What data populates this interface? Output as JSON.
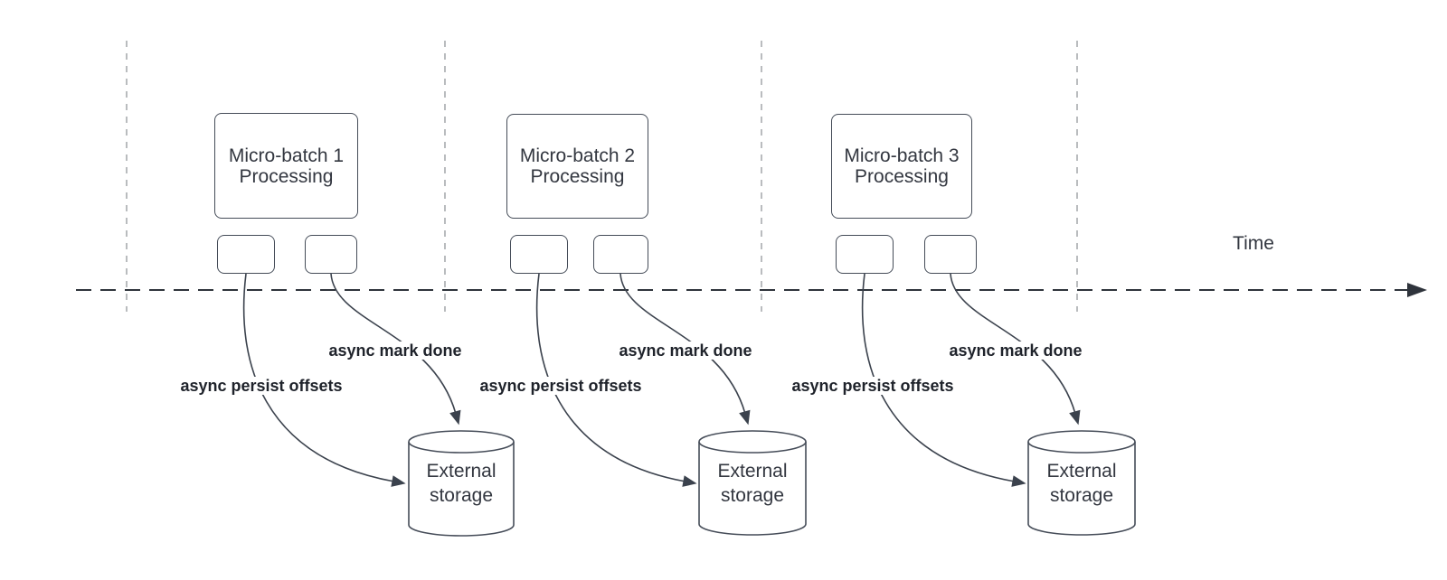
{
  "colors": {
    "background": "#ffffff",
    "shape_stroke": "#454c58",
    "node_text": "#333740",
    "edge_stroke": "#3b424d",
    "edge_label_text": "#1f232b",
    "time_axis_stroke": "#2f343c",
    "gridline_stroke": "#a8abaf"
  },
  "diagram": {
    "type": "timeline-flow-diagram",
    "time_axis": {
      "label": "Time"
    },
    "groups": [
      {
        "box": {
          "line1": "Micro-batch 1",
          "line2": "Processing"
        },
        "persist_edge_label": "async persist offsets",
        "mark_edge_label": "async mark done",
        "storage": {
          "line1": "External",
          "line2": "storage"
        }
      },
      {
        "box": {
          "line1": "Micro-batch 2",
          "line2": "Processing"
        },
        "persist_edge_label": "async persist offsets",
        "mark_edge_label": "async mark done",
        "storage": {
          "line1": "External",
          "line2": "storage"
        }
      },
      {
        "box": {
          "line1": "Micro-batch 3",
          "line2": "Processing"
        },
        "persist_edge_label": "async persist offsets",
        "mark_edge_label": "async mark done",
        "storage": {
          "line1": "External",
          "line2": "storage"
        }
      }
    ],
    "edges_semantics": [
      {
        "from": "left-offset-node",
        "to": "external-storage",
        "label": "async persist offsets"
      },
      {
        "from": "right-offset-node",
        "to": "external-storage",
        "label": "async mark done"
      }
    ]
  }
}
